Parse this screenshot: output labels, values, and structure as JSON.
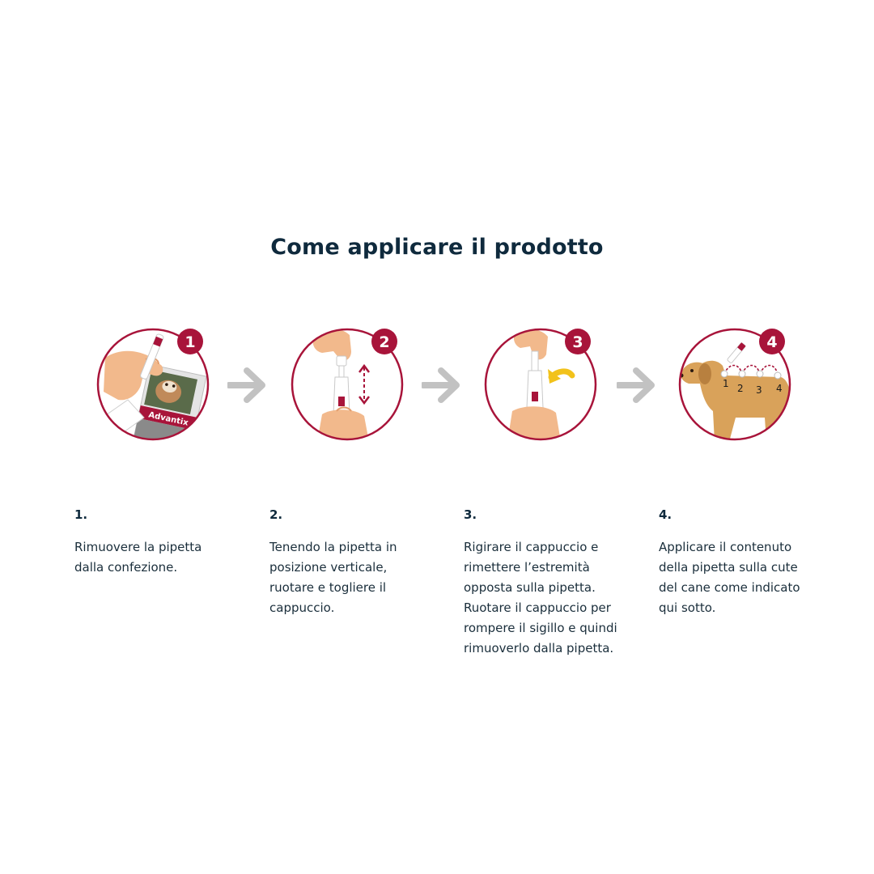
{
  "title": "Come applicare il prodotto",
  "colors": {
    "accent": "#a8143a",
    "title": "#0f2a3d",
    "arrow": "#c2c2c2",
    "skin": "#f2b98c",
    "cap": "#f2c21b",
    "dog": "#d9a25a"
  },
  "steps": [
    {
      "badge": "1",
      "number": "1.",
      "description": "Rimuovere la pipetta dalla confezione.",
      "illustration": "hand-remove-pipette-from-package",
      "package_text": "Advantix"
    },
    {
      "badge": "2",
      "number": "2.",
      "description": "Tenendo la pipetta in posizione verticale, ruotare e togliere il cappuccio.",
      "illustration": "hand-hold-pipette-vertical"
    },
    {
      "badge": "3",
      "number": "3.",
      "description": "Rigirare il cappuccio e rimettere l’estremità opposta sulla pipetta. Ruotare il cappuccio per rompere il sigillo e quindi rimuoverlo dalla pipetta.",
      "illustration": "hand-rotate-cap"
    },
    {
      "badge": "4",
      "number": "4.",
      "description": "Applicare il contenuto della pipetta sulla cute del cane come indicato qui sotto.",
      "illustration": "dog-application-points",
      "points": [
        "1",
        "2",
        "3",
        "4"
      ]
    }
  ]
}
